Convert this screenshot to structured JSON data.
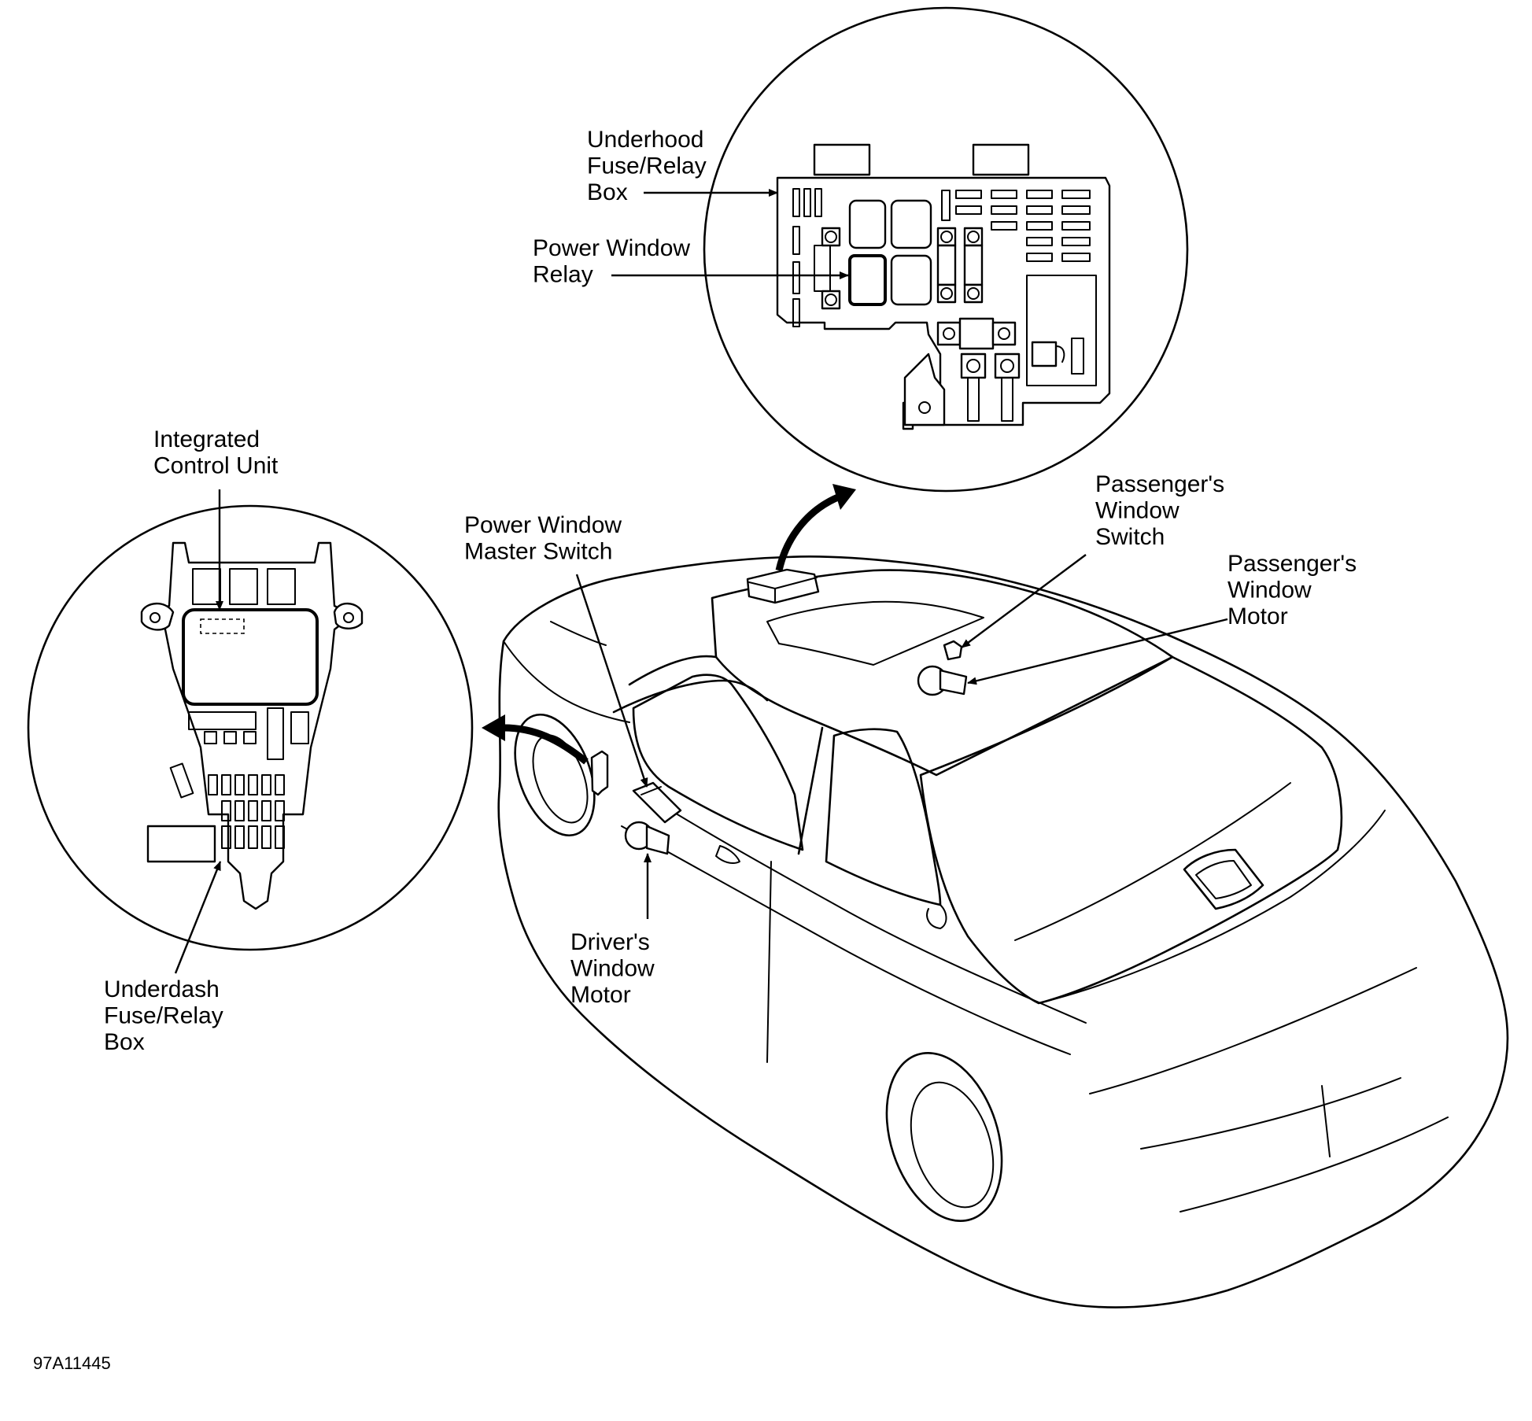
{
  "labels": {
    "underhood_box": [
      "Underhood",
      "Fuse/Relay",
      "Box"
    ],
    "power_window_relay": [
      "Power Window",
      "Relay"
    ],
    "integrated_control_unit": [
      "Integrated",
      "Control Unit"
    ],
    "master_switch": [
      "Power Window",
      "Master Switch"
    ],
    "passenger_switch": [
      "Passenger's",
      "Window",
      "Switch"
    ],
    "passenger_motor": [
      "Passenger's",
      "Window",
      "Motor"
    ],
    "driver_motor": [
      "Driver's",
      "Window",
      "Motor"
    ],
    "underdash_box": [
      "Underdash",
      "Fuse/Relay",
      "Box"
    ]
  },
  "figure_code": "97A11445"
}
